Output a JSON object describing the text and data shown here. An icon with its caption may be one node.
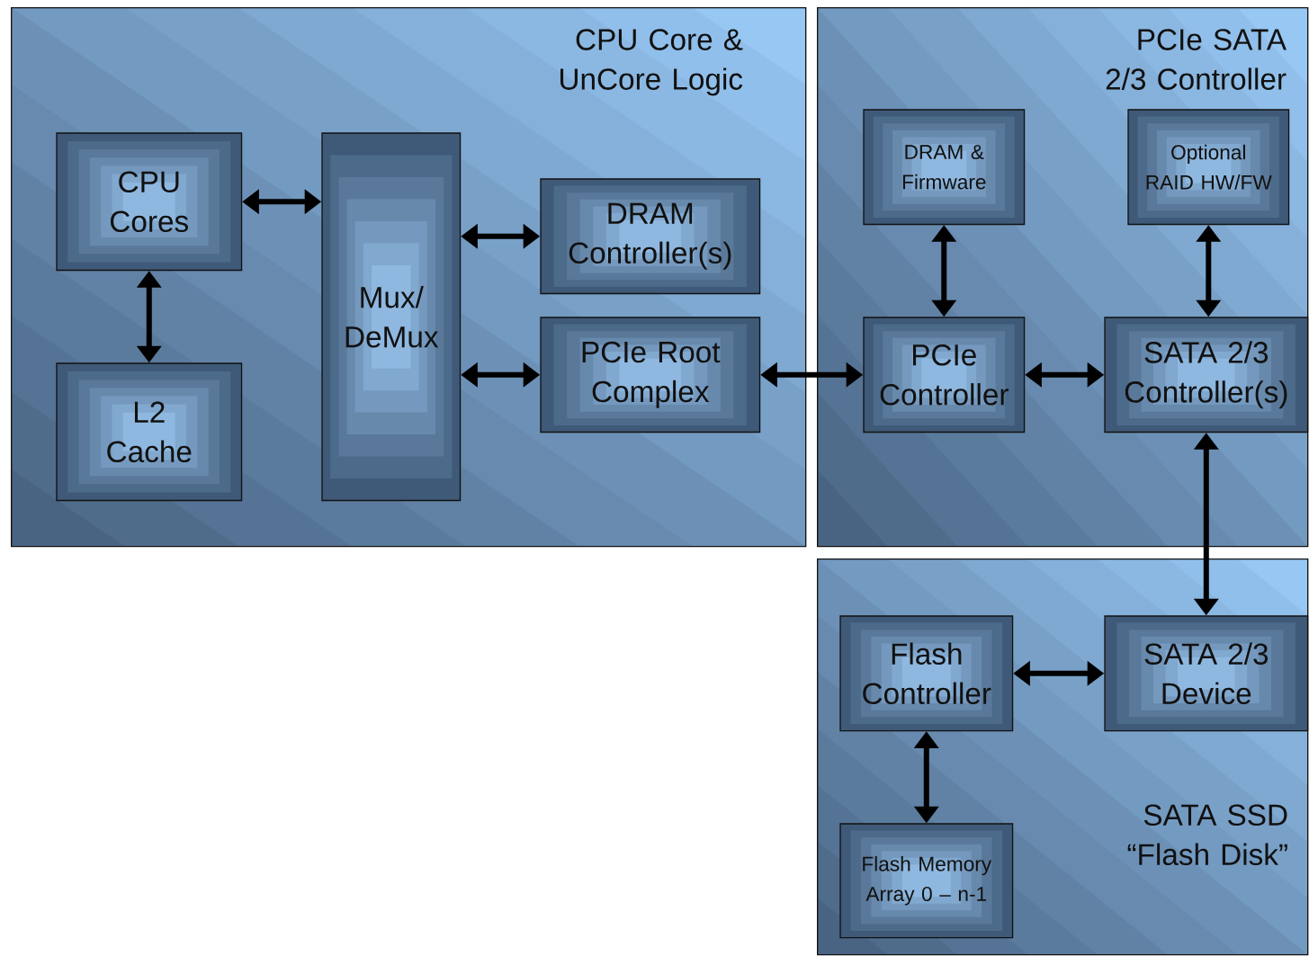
{
  "diagram": {
    "nodes": [
      {
        "text": [
          "CPU Core & UnCore Logic"
        ]
      },
      {
        "text": [
          "CPU Cores"
        ],
        "in": 0
      },
      {
        "text": [
          "L2 Cache"
        ],
        "in": 0
      },
      {
        "text": [
          "Mux/ DeMux"
        ],
        "in": 0
      },
      {
        "text": [
          "DRAM Controller(s)"
        ],
        "in": 0
      },
      {
        "text": [
          "PCIe Root Complex"
        ],
        "in": 0
      },
      {
        "text": [
          "PCIe SATA 2/3 Controller"
        ]
      },
      {
        "text": [
          "DRAM & Firmware"
        ],
        "in": 6
      },
      {
        "text": [
          "Optional RAID HW/FW"
        ],
        "in": 6
      },
      {
        "text": [
          "PCIe Controller"
        ],
        "in": 6
      },
      {
        "text": [
          "SATA 2/3 Controller(s)"
        ],
        "in": 6
      },
      {
        "text": [
          "SATA SSD “Flash Disk”"
        ]
      },
      {
        "text": [
          "Flash Controller"
        ],
        "in": 11
      },
      {
        "text": [
          "SATA 2/3 Device"
        ],
        "in": 11
      },
      {
        "text": [
          "Flash Memory Array 0 – n-1"
        ],
        "in": 11
      }
    ],
    "edges": [
      {
        "from": 1,
        "to": 3,
        "arrow": "both"
      },
      {
        "from": 1,
        "to": 2,
        "arrow": "both"
      },
      {
        "from": 3,
        "to": 4,
        "arrow": "both"
      },
      {
        "from": 3,
        "to": 5,
        "arrow": "both"
      },
      {
        "from": 5,
        "to": 9,
        "arrow": "both"
      },
      {
        "from": 7,
        "to": 9,
        "arrow": "both"
      },
      {
        "from": 8,
        "to": 10,
        "arrow": "both"
      },
      {
        "from": 9,
        "to": 10,
        "arrow": "both"
      },
      {
        "from": 10,
        "to": 13,
        "arrow": "both"
      },
      {
        "from": 12,
        "to": 13,
        "arrow": "both"
      },
      {
        "from": 12,
        "to": 14,
        "arrow": "both"
      }
    ]
  }
}
